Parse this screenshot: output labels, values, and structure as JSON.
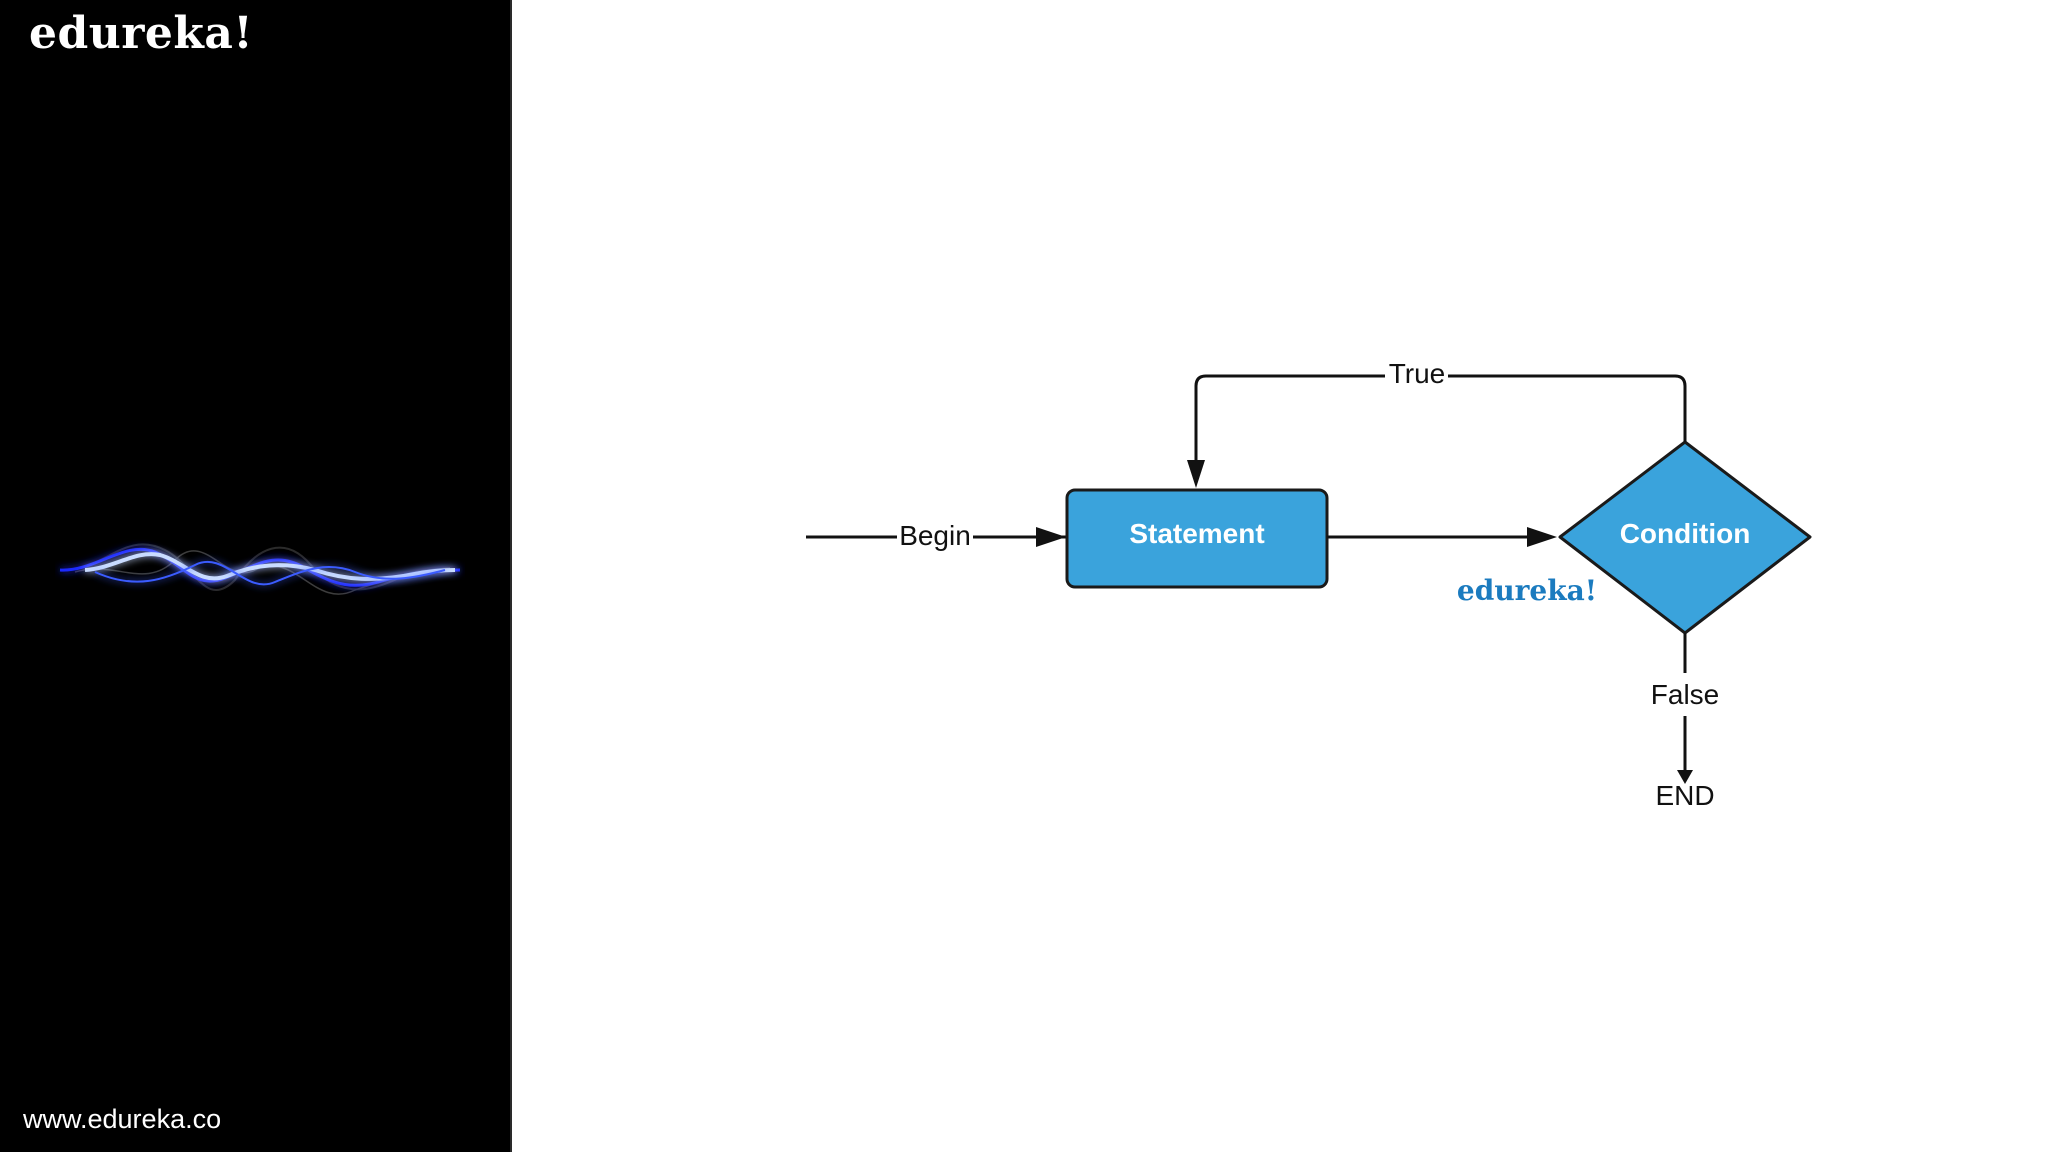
{
  "sidebar": {
    "brand": "edureka!",
    "website": "www.edureka.co",
    "graphic": "glowing-blue-sound-wave"
  },
  "diagram": {
    "nodes": {
      "statement": {
        "label": "Statement",
        "shape": "rounded-rectangle"
      },
      "condition": {
        "label": "Condition",
        "shape": "diamond"
      }
    },
    "edges": {
      "begin": "Begin",
      "true": "True",
      "false": "False",
      "end": "END"
    },
    "watermark": "edureka!"
  },
  "colors": {
    "node_fill": "#3aa3dc",
    "node_stroke": "#1a1a1a",
    "watermark": "#1b7bbf",
    "sidebar_bg": "#000000"
  }
}
